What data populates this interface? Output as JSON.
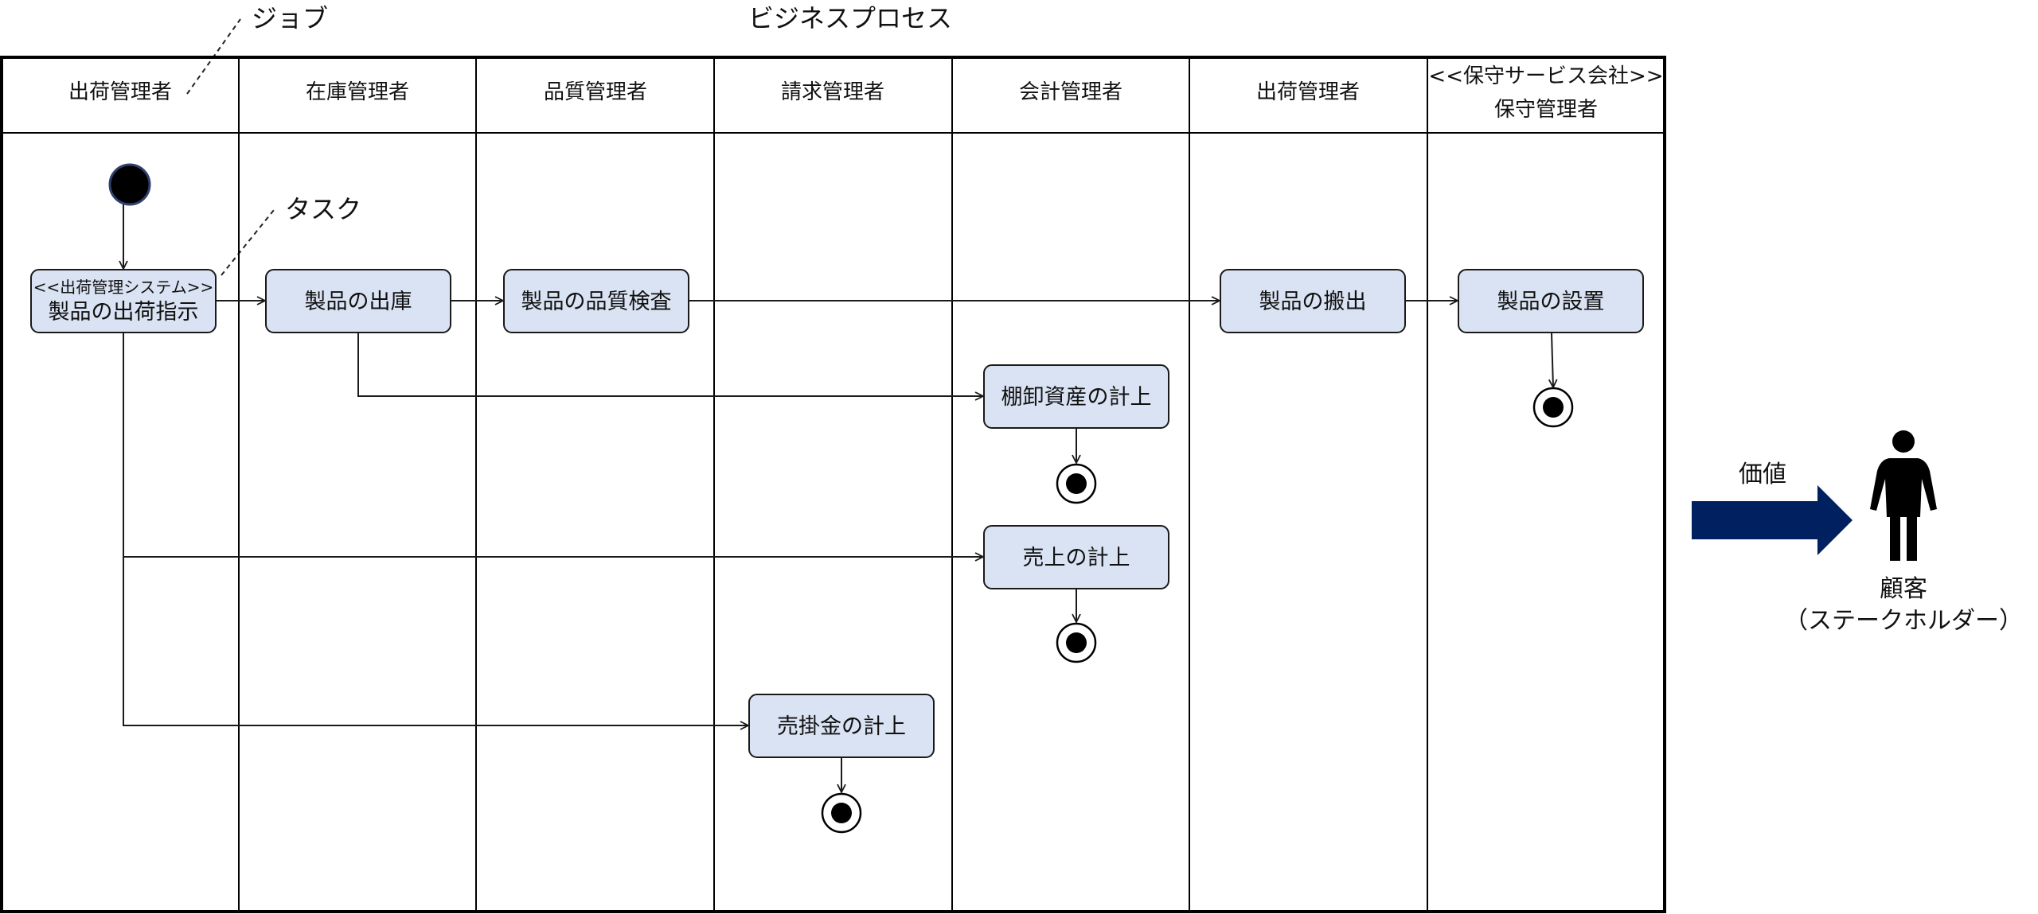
{
  "diagram": {
    "title": "ビジネスプロセス",
    "callouts": {
      "job": "ジョブ",
      "task": "タスク"
    },
    "lanes": [
      {
        "label": "出荷管理者"
      },
      {
        "label": "在庫管理者"
      },
      {
        "label": "品質管理者"
      },
      {
        "label": "請求管理者"
      },
      {
        "label": "会計管理者"
      },
      {
        "label": "出荷管理者"
      },
      {
        "stereotype": "<<保守サービス会社>>",
        "label": "保守管理者"
      }
    ],
    "activities": {
      "shipping_instruction": {
        "stereotype": "<<出荷管理システム>>",
        "label": "製品の出荷指示"
      },
      "product_issue": {
        "label": "製品の出庫"
      },
      "quality_inspection": {
        "label": "製品の品質検査"
      },
      "product_carry_out": {
        "label": "製品の搬出"
      },
      "product_installation": {
        "label": "製品の設置"
      },
      "inventory_asset_posting": {
        "label": "棚卸資産の計上"
      },
      "sales_posting": {
        "label": "売上の計上"
      },
      "receivable_posting": {
        "label": "売掛金の計上"
      }
    },
    "value": {
      "label": "価値"
    },
    "stakeholder": {
      "name": "顧客",
      "role": "（ステークホルダー）"
    },
    "colors": {
      "activity_fill": "#dae3f3",
      "activity_stroke": "#1a1a1a",
      "start_node": "#000000",
      "start_node_border": "#2f3f6e",
      "value_arrow": "#002060",
      "frame": "#000000"
    },
    "icons": {
      "stakeholder": "person-icon",
      "value": "arrow-right-icon"
    }
  }
}
